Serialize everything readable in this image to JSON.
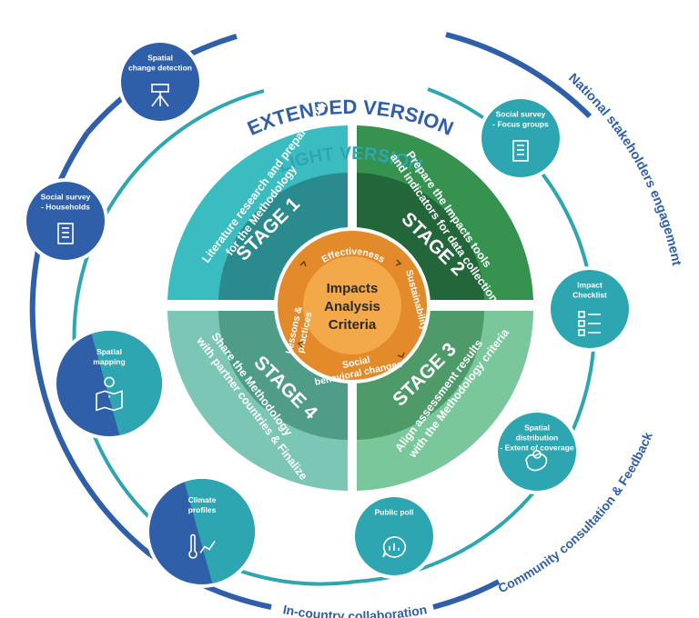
{
  "colors": {
    "extended_blue": "#2f5fa8",
    "light_teal": "#2ea6b1",
    "stage1_outer": "#3bbcc0",
    "stage1_inner": "#2a8a8d",
    "stage2_outer": "#36934f",
    "stage2_inner": "#22663a",
    "stage3_outer": "#79c79a",
    "stage3_inner": "#4e9a69",
    "stage4_outer": "#7bc6b4",
    "stage4_inner": "#4f9d88",
    "core_ring": "#e38a2a",
    "core_center": "#f3a94a"
  },
  "outer_ring": {
    "title": "EXTENDED VERSION",
    "right_label": "National stakeholders engagement",
    "lower_right_label": "Community consultation & Feedback",
    "bottom_label": "In-country collaboration"
  },
  "inner_ring": {
    "title": "LIGHT VERSION"
  },
  "stages": [
    {
      "title": "STAGE 1",
      "desc": "Literature research and prepare outline for the Methodology"
    },
    {
      "title": "STAGE 2",
      "desc": "Prepare the Impacts tools and indicators for data collection"
    },
    {
      "title": "STAGE 3",
      "desc": "Align assessment results with the Methodology criteria"
    },
    {
      "title": "STAGE 4",
      "desc": "Share the Methodology with partner countries & Finalize"
    }
  ],
  "core": {
    "line1": "Impacts",
    "line2": "Analysis",
    "line3": "Criteria",
    "criteria": [
      "Effectiveness",
      "Sustainability",
      "Social behavioral changes",
      "Lessons & practices"
    ]
  },
  "tools": [
    {
      "label1": "Spatial",
      "label2": "change detection",
      "icon": "theodolite-icon"
    },
    {
      "label1": "Social survey",
      "label2": "- Households",
      "icon": "clipboard-icon"
    },
    {
      "label1": "Spatial",
      "label2": "mapping",
      "icon": "map-pin-icon"
    },
    {
      "label1": "Climate",
      "label2": "profiles",
      "icon": "thermometer-chart-icon"
    },
    {
      "label1": "Public poll",
      "label2": "",
      "icon": "poll-chat-icon"
    },
    {
      "label1": "Spatial",
      "label2": "distribution",
      "label3": "- Extent of coverage",
      "icon": "region-pin-icon"
    },
    {
      "label1": "Impact",
      "label2": "Checklist",
      "icon": "checklist-icon"
    },
    {
      "label1": "Social survey",
      "label2": "- Focus groups",
      "icon": "clipboard-icon"
    }
  ]
}
